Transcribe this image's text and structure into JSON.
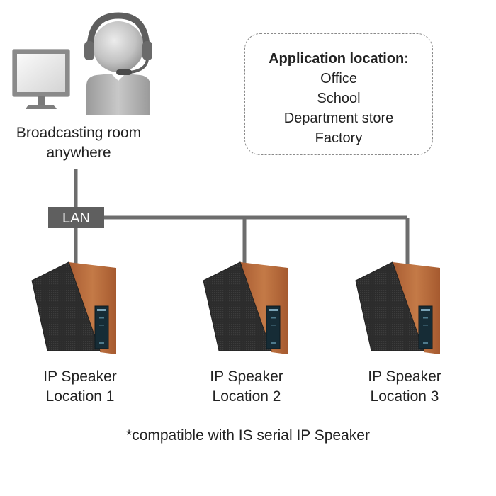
{
  "broadcasting_room": {
    "line1": "Broadcasting room",
    "line2": "anywhere"
  },
  "application": {
    "title": "Application location:",
    "locations": [
      "Office",
      "School",
      "Department store",
      "Factory"
    ]
  },
  "network": {
    "lan_label": "LAN"
  },
  "speakers": [
    {
      "line1": "IP Speaker",
      "line2": "Location 1"
    },
    {
      "line1": "IP Speaker",
      "line2": "Location 2"
    },
    {
      "line1": "IP Speaker",
      "line2": "Location 3"
    }
  ],
  "footnote": "*compatible with IS serial IP Speaker",
  "colors": {
    "network_line": "#6d6d6d",
    "lan_box": "#5f5f5f",
    "speaker_wood": "#b86a3c",
    "speaker_grille": "#2e2e2e",
    "operator_gray": "#b5b5b5"
  }
}
